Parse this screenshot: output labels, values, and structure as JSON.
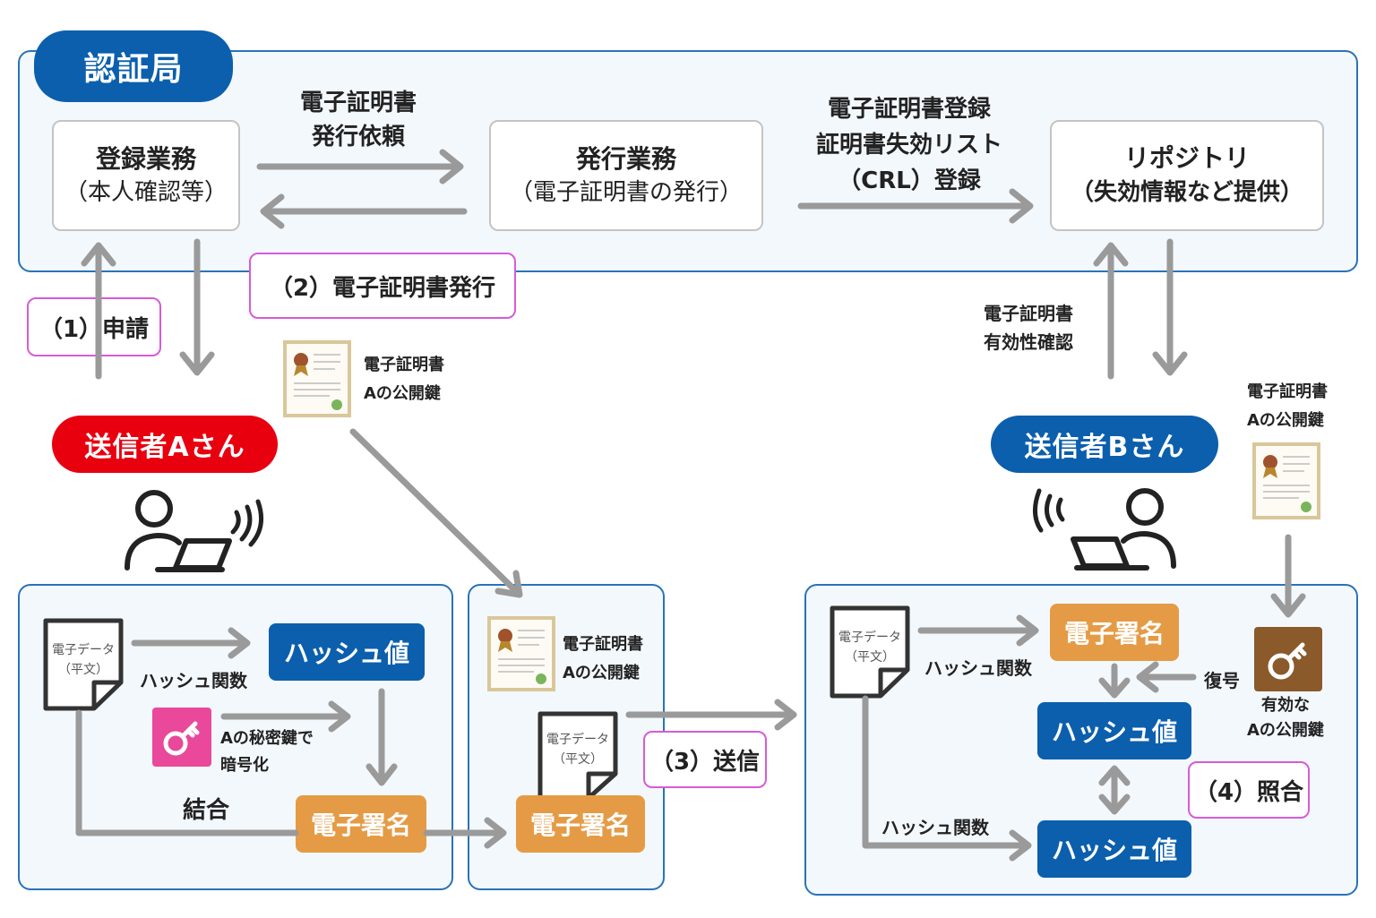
{
  "ca": {
    "title": "認証局",
    "registration": {
      "line1": "登録業務",
      "line2": "（本人確認等）"
    },
    "issuance": {
      "line1": "発行業務",
      "line2": "（電子証明書の発行）"
    },
    "repository": {
      "line1": "リポジトリ",
      "line2": "（失効情報など提供）"
    },
    "issue_request": {
      "line1": "電子証明書",
      "line2": "発行依頼"
    },
    "crl_register": {
      "line1": "電子証明書登録",
      "line2": "証明書失効リスト",
      "line3": "（CRL）登録"
    }
  },
  "steps": {
    "apply": "（1）申請",
    "issue": "（2）電子証明書発行",
    "send": "（3）送信",
    "verify": "（4）照合"
  },
  "sender_a": "送信者Aさん",
  "sender_b": "送信者Bさん",
  "cert_label": {
    "line1": "電子証明書",
    "line2": "Aの公開鍵"
  },
  "validity_check": {
    "line1": "電子証明書",
    "line2": "有効性確認"
  },
  "document": {
    "line1": "電子データ",
    "line2": "（平文）"
  },
  "hash_function": "ハッシュ関数",
  "hash_value": "ハッシュ値",
  "signature": "電子署名",
  "private_key_encrypt": {
    "line1": "Aの秘密鍵で",
    "line2": "暗号化"
  },
  "combine": "結合",
  "decrypt": "復号",
  "valid_public_key": {
    "line1": "有効な",
    "line2": "Aの公開鍵"
  },
  "colors": {
    "panel_border": "#2a73b8",
    "blue": "#0b5fad",
    "red": "#e8000f",
    "orange": "#e59b45",
    "pink": "#e9489b",
    "brown": "#8a5a2b",
    "arrow": "#9a9a9a",
    "step_border": "#d75bd8"
  }
}
